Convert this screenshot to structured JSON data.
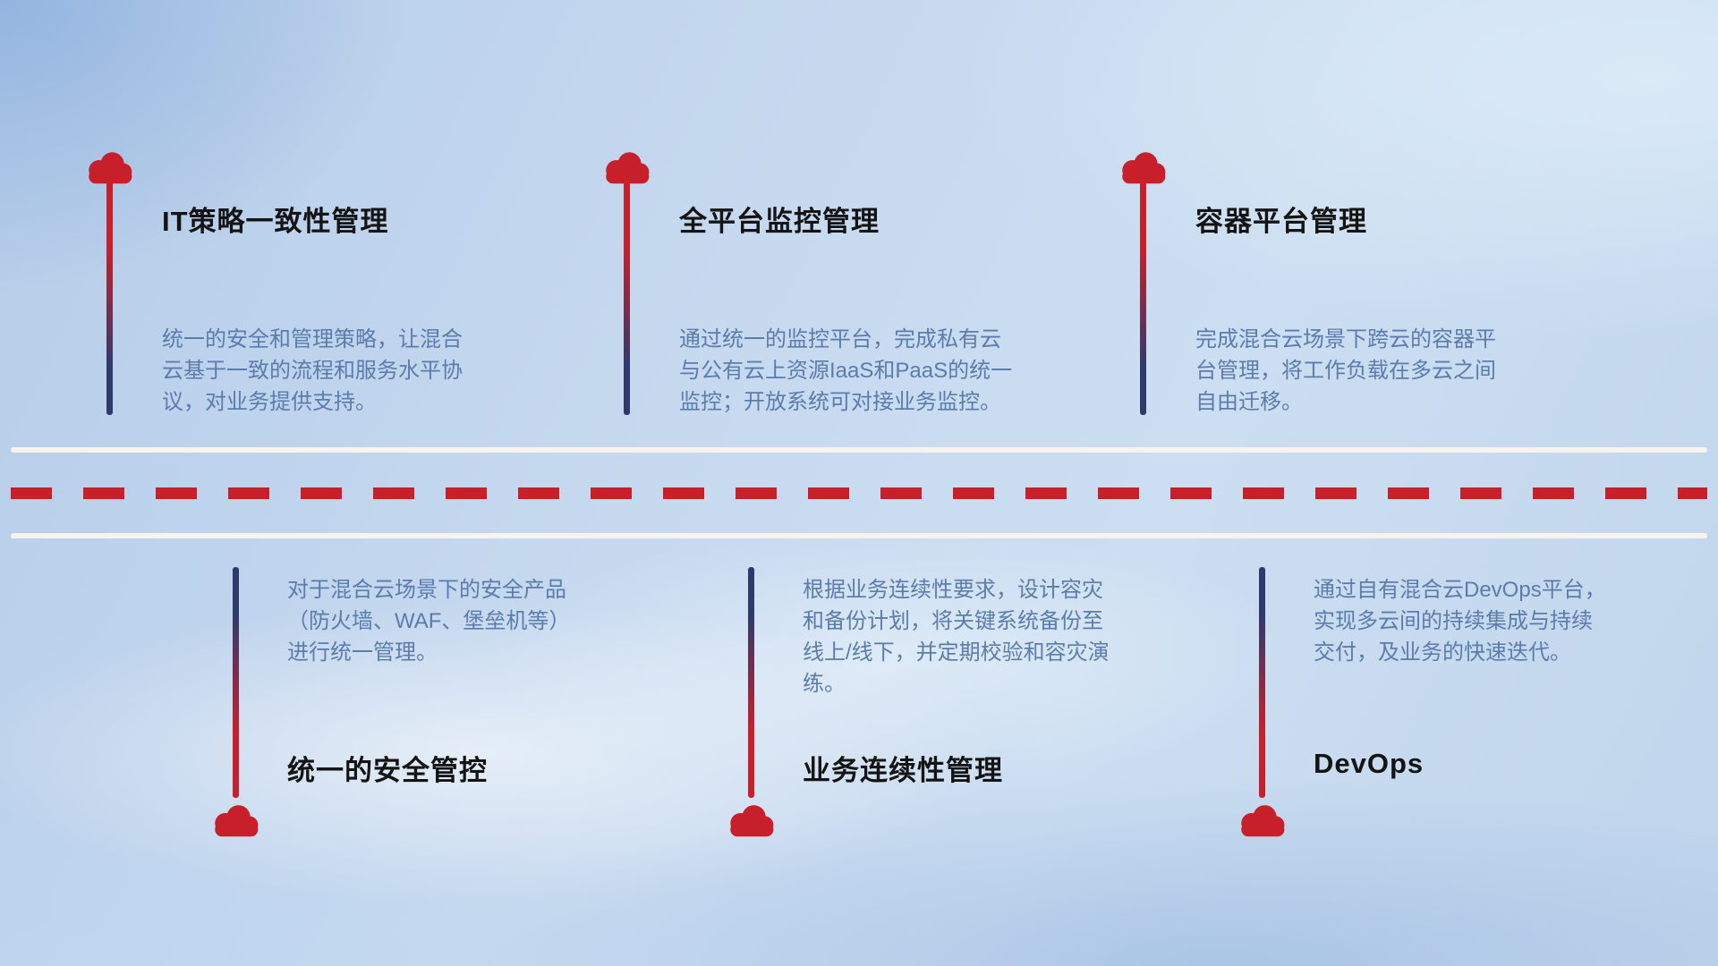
{
  "colors": {
    "accent_red": "#c8202a",
    "line_navy": "#2e3a6e",
    "title_color": "#141414",
    "desc_color": "#5b7cad",
    "road_white": "#f8f4ed"
  },
  "icons": {
    "marker": "cloud-icon"
  },
  "top_items": [
    {
      "title": "IT策略一致性管理",
      "description": "统一的安全和管理策略，让混合云基于一致的流程和服务水平协议，对业务提供支持。"
    },
    {
      "title": "全平台监控管理",
      "description": "通过统一的监控平台，完成私有云与公有云上资源IaaS和PaaS的统一监控；开放系统可对接业务监控。"
    },
    {
      "title": "容器平台管理",
      "description": "完成混合云场景下跨云的容器平台管理，将工作负载在多云之间自由迁移。"
    }
  ],
  "bottom_items": [
    {
      "title": "统一的安全管控",
      "description": "对于混合云场景下的安全产品（防火墙、WAF、堡垒机等）进行统一管理。"
    },
    {
      "title": "业务连续性管理",
      "description": "根据业务连续性要求，设计容灾和备份计划，将关键系统备份至线上/线下，并定期校验和容灾演练。"
    },
    {
      "title": "DevOps",
      "description": "通过自有混合云DevOps平台，实现多云间的持续集成与持续交付，及业务的快速迭代。"
    }
  ]
}
